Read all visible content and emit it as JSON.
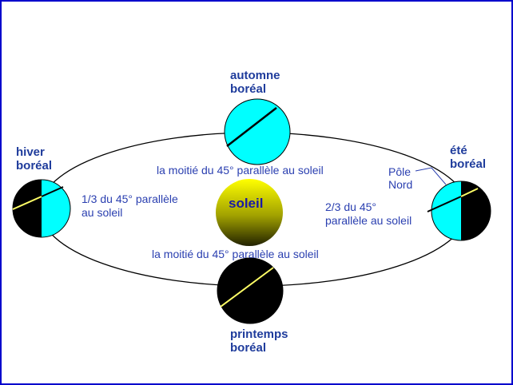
{
  "colors": {
    "frame": "#0000cc",
    "orbit": "#000000",
    "day": "#00ffff",
    "night": "#000000",
    "parallel": "#ffff66",
    "axis": "#000000",
    "season_text": "#1f3c9c",
    "note_text": "#2a3fb0",
    "sun_top": "#ffff00",
    "sun_bottom": "#222200"
  },
  "sun": {
    "label": "soleil"
  },
  "seasons": {
    "autumn": {
      "line1": "automne",
      "line2": "boréal"
    },
    "winter": {
      "line1": "hiver",
      "line2": "boréal"
    },
    "summer": {
      "line1": "été",
      "line2": "boréal"
    },
    "spring": {
      "line1": "printemps",
      "line2": "boréal"
    }
  },
  "notes": {
    "autumn_half": "la moitié du 45° parallèle au soleil",
    "spring_half": "la moitié du 45° parallèle au soleil",
    "winter_third": {
      "line1": "1/3 du 45° parallèle",
      "line2": "au soleil"
    },
    "summer_two_thirds": {
      "line1": "2/3 du 45°",
      "line2": "parallèle au soleil"
    }
  },
  "north_pole": {
    "line1": "Pôle",
    "line2": "Nord"
  }
}
